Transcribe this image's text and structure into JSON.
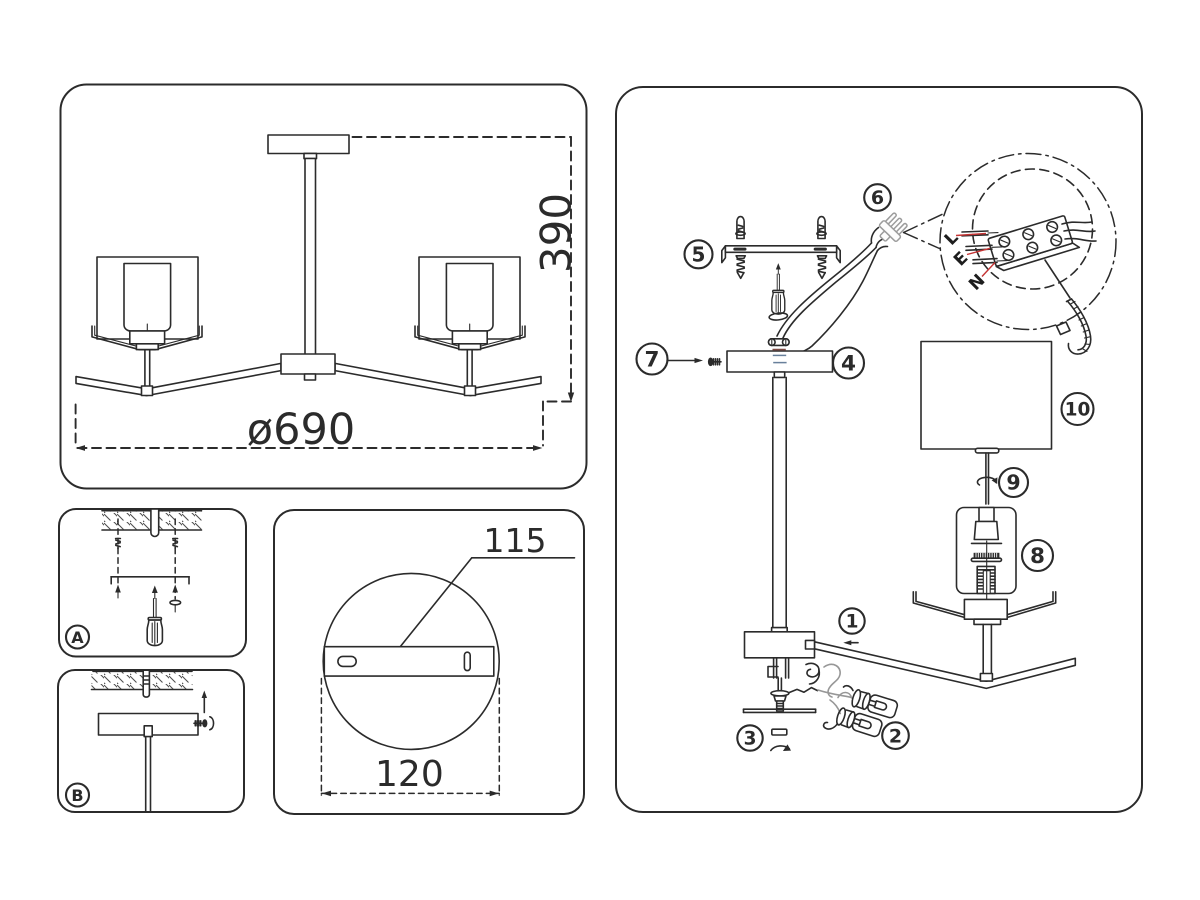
{
  "diagram": {
    "overview": {
      "height_dim": "390",
      "diameter_dim": "ø690"
    },
    "canopy_detail": {
      "slot_dim": "115",
      "plate_dim": "120"
    },
    "steps": {
      "step_a": "A",
      "step_b": "B"
    },
    "wiring": {
      "terminal_labels": [
        "L",
        "E",
        "N"
      ]
    },
    "parts": {
      "badges": [
        "1",
        "2",
        "3",
        "4",
        "5",
        "6",
        "7",
        "8",
        "9",
        "10"
      ]
    },
    "colors": {
      "ink": "#2b2b2b",
      "paper": "#ffffff",
      "accent_red": "#c53434",
      "wire_blue": "#68809b",
      "wire_maroon": "#7d4a44",
      "wire_gray": "#9a9a9a"
    }
  }
}
